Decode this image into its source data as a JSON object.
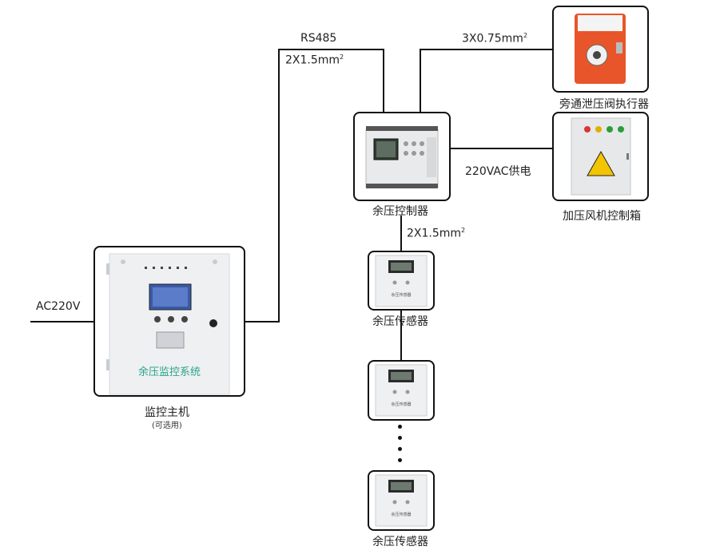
{
  "labels": {
    "ac220v": "AC220V",
    "rs485": "RS485",
    "cable_left": "2X1.5mm",
    "cable_sup": "2",
    "cable_top": "3X0.75mm",
    "cable_top_sup": "2",
    "power_supply": "220VAC供电",
    "cable_sensor": "2X1.5mm",
    "cable_sensor_sup": "2"
  },
  "devices": {
    "host": {
      "caption": "监控主机",
      "note": "(可选用)",
      "panel_text": "余压监控系统"
    },
    "controller": {
      "caption": "余压控制器"
    },
    "actuator": {
      "caption": "旁通泄压阀执行器"
    },
    "fan_box": {
      "caption": "加压风机控制箱"
    },
    "sensors": [
      {
        "caption": "余压传感器",
        "face_text": "余压传感器"
      },
      {
        "caption": "",
        "face_text": "余压传感器"
      },
      {
        "caption": "余压传感器",
        "face_text": "余压传感器"
      }
    ]
  },
  "colors": {
    "line": "#111111",
    "panel": "#eef0f2",
    "accent_green": "#2aa38a",
    "actuator_orange": "#e8552a",
    "screen_blue": "#3a5aa8"
  }
}
